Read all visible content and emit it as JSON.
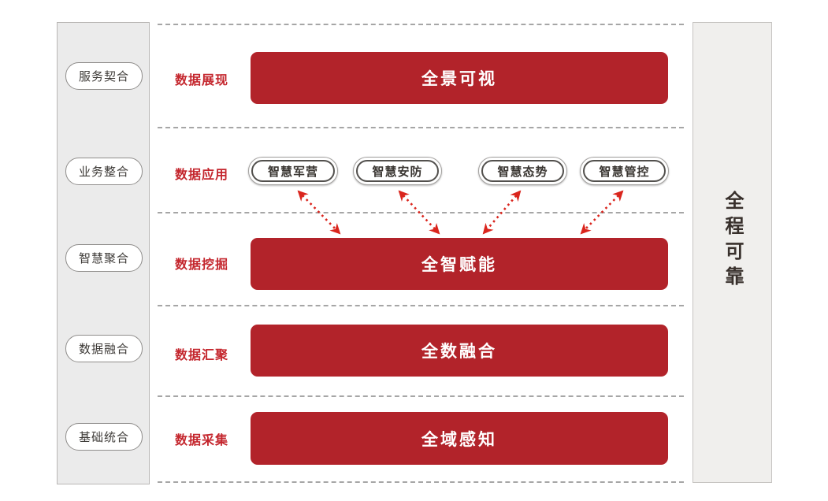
{
  "diagram": {
    "left_rail": {
      "items": [
        "服务契合",
        "业务整合",
        "智慧聚合",
        "数据融合",
        "基础统合"
      ]
    },
    "rows": [
      {
        "label": "数据展现",
        "bar": "全景可视"
      },
      {
        "label": "数据应用",
        "apps": [
          "智慧军营",
          "智慧安防",
          "智慧态势",
          "智慧管控"
        ]
      },
      {
        "label": "数据挖掘",
        "bar": "全智赋能"
      },
      {
        "label": "数据汇聚",
        "bar": "全数融合"
      },
      {
        "label": "数据采集",
        "bar": "全域感知"
      }
    ],
    "right_rail": {
      "label": "全程可靠"
    },
    "colors": {
      "bar_red": "#b2232a",
      "label_red": "#c4262d",
      "arrow_red": "#da251d",
      "rail_bg": "#ebebeb",
      "divider_gray": "#a6a6a6"
    }
  }
}
